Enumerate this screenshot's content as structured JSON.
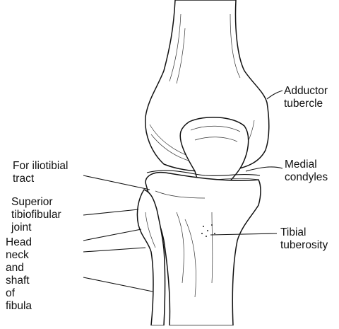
{
  "labels": {
    "adductor": [
      "Adductor",
      "tubercle"
    ],
    "medial": [
      "Medial",
      "condyles"
    ],
    "iliotibial": [
      "For iliotibial",
      "tract"
    ],
    "superior": [
      "Superior",
      "tibiofibular",
      "joint"
    ],
    "tibial": [
      "Tibial",
      "tuberosity"
    ],
    "fibula": [
      "Head",
      "neck",
      "and",
      "shaft",
      "of",
      "fibula"
    ]
  }
}
